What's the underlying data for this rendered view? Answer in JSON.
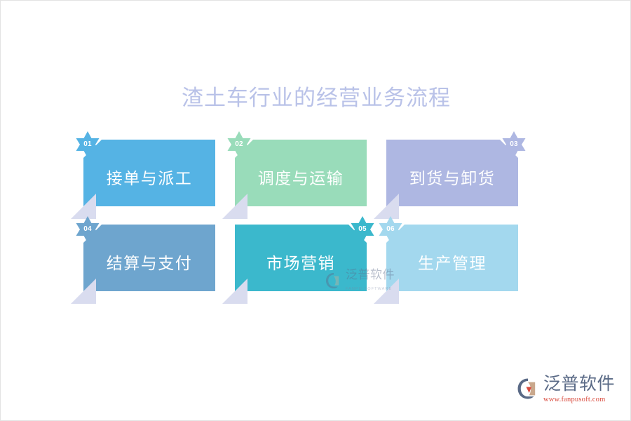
{
  "page": {
    "title": "渣土车行业的经营业务流程",
    "title_color": "#b9c2e8",
    "background_color": "#ffffff",
    "fold_color": "#d9dcef"
  },
  "flow": {
    "cards": [
      {
        "number": "01",
        "label": "接单与派工",
        "color": "#55b3e4",
        "badge_side": "left"
      },
      {
        "number": "02",
        "label": "调度与运输",
        "color": "#99dcba",
        "badge_side": "left"
      },
      {
        "number": "03",
        "label": "到货与卸货",
        "color": "#aeb7e2",
        "badge_side": "right"
      },
      {
        "number": "04",
        "label": "结算与支付",
        "color": "#6ea5ce",
        "badge_side": "left"
      },
      {
        "number": "05",
        "label": "市场营销",
        "color": "#3bb8cc",
        "badge_side": "right"
      },
      {
        "number": "06",
        "label": "生产管理",
        "color": "#a3d8ee",
        "badge_side": "left"
      }
    ]
  },
  "watermark": {
    "name_cn": "泛普软件",
    "name_en": "FANPU SOFTWARE"
  },
  "logo": {
    "name_cn": "泛普软件",
    "url": "www.fanpusoft.com",
    "url_color": "#d94a3d",
    "name_color": "#5a6a86"
  }
}
